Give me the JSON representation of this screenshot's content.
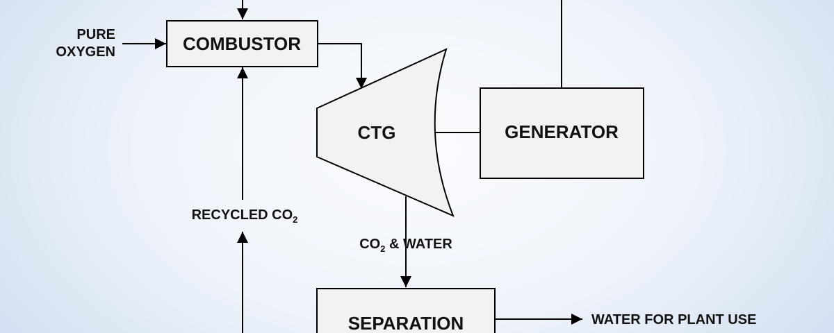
{
  "diagram": {
    "nodes": {
      "combustor": {
        "label": "COMBUSTOR"
      },
      "turbine": {
        "label": "CTG"
      },
      "generator": {
        "label": "GENERATOR"
      },
      "separation": {
        "label": "SEPARATION"
      }
    },
    "streams": {
      "oxygen_line1": "PURE",
      "oxygen_line2": "OXYGEN",
      "recycled_main": "RECYCLED CO",
      "recycled_sub": "2",
      "exhaust_main": "CO",
      "exhaust_sub": "2",
      "exhaust_rest": " & WATER",
      "water_out": "WATER FOR PLANT USE"
    },
    "colors": {
      "box_fill": "#f2f2f2",
      "stroke": "#000000",
      "background_center": "#fbfcfe",
      "background_edge": "#c3d4ec"
    }
  }
}
